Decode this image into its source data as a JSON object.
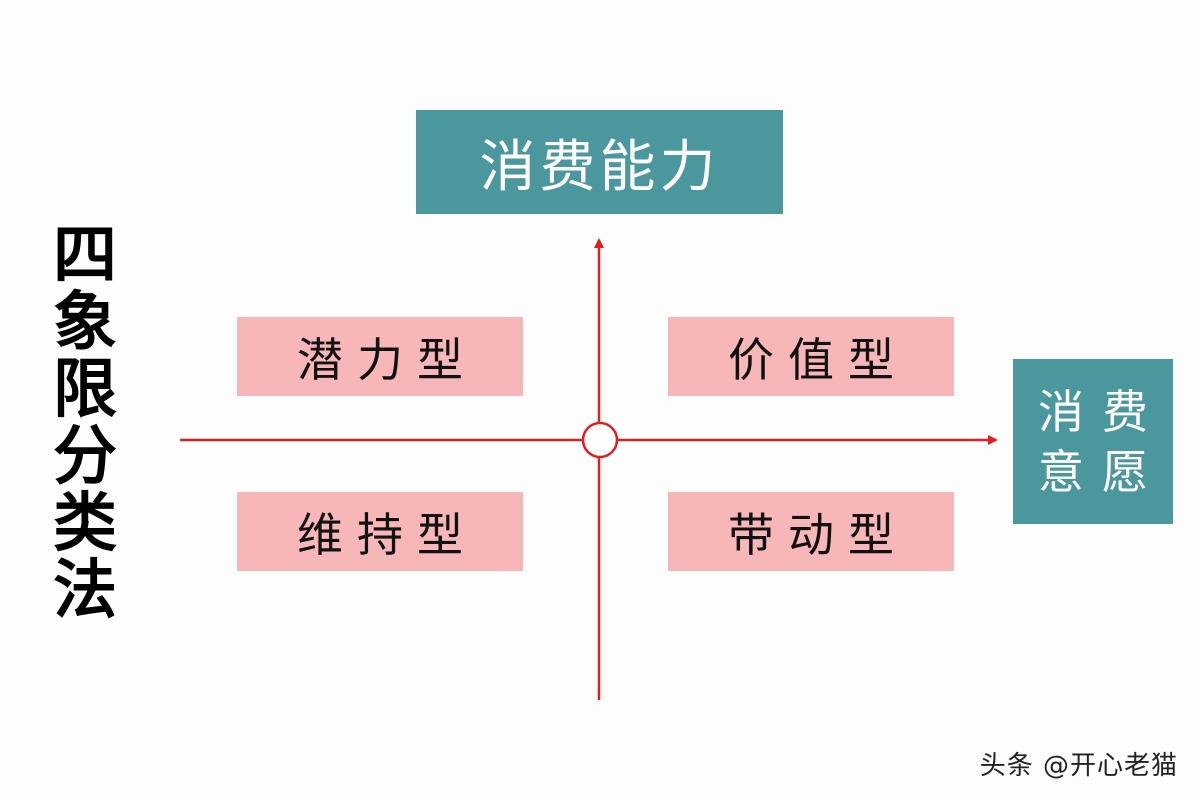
{
  "title": "四象限分类法",
  "y_axis": {
    "label": "消费能力"
  },
  "x_axis": {
    "label": "消费意愿"
  },
  "quadrants": {
    "top_left": "潜力型",
    "top_right": "价值型",
    "bottom_left": "维持型",
    "bottom_right": "带动型"
  },
  "colors": {
    "axis": "#e02020",
    "label_box": "#4a979e",
    "quadrant_box": "#f7b7b9",
    "background": "#fdfdfd"
  },
  "watermark": "头条 @开心老猫"
}
